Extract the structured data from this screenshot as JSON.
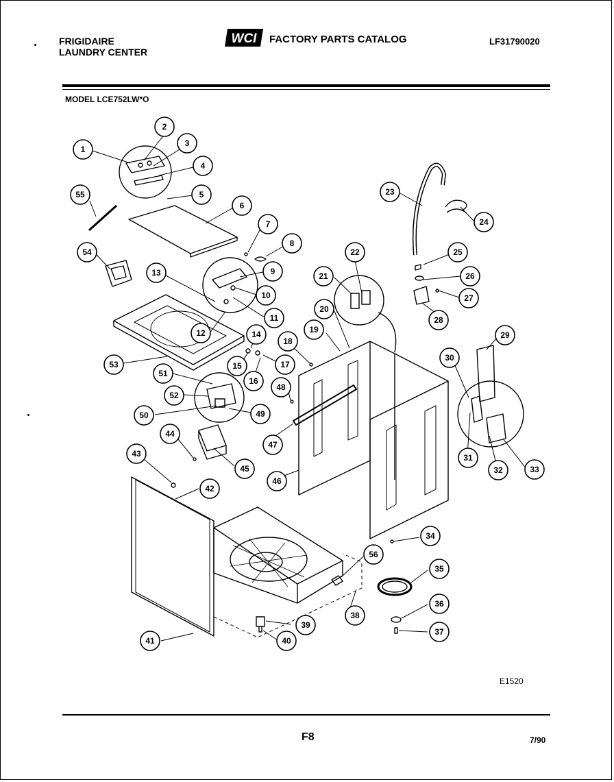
{
  "header": {
    "brand_line1": "FRIGIDAIRE",
    "brand_line2": "LAUNDRY CENTER",
    "logo_text": "WCI",
    "catalog_title": "FACTORY PARTS CATALOG",
    "catalog_number": "LF31790020",
    "model": "MODEL LCE752LW*O"
  },
  "footer": {
    "illustration_code": "E1520",
    "page": "F8",
    "date": "7/90"
  },
  "callouts": [
    "1",
    "2",
    "3",
    "4",
    "5",
    "6",
    "7",
    "8",
    "9",
    "10",
    "11",
    "12",
    "13",
    "14",
    "15",
    "16",
    "17",
    "18",
    "19",
    "20",
    "21",
    "22",
    "23",
    "24",
    "25",
    "26",
    "27",
    "28",
    "29",
    "30",
    "31",
    "32",
    "33",
    "34",
    "35",
    "36",
    "37",
    "38",
    "39",
    "40",
    "41",
    "42",
    "43",
    "44",
    "45",
    "46",
    "47",
    "48",
    "49",
    "50",
    "51",
    "52",
    "53",
    "54",
    "55",
    "56"
  ]
}
